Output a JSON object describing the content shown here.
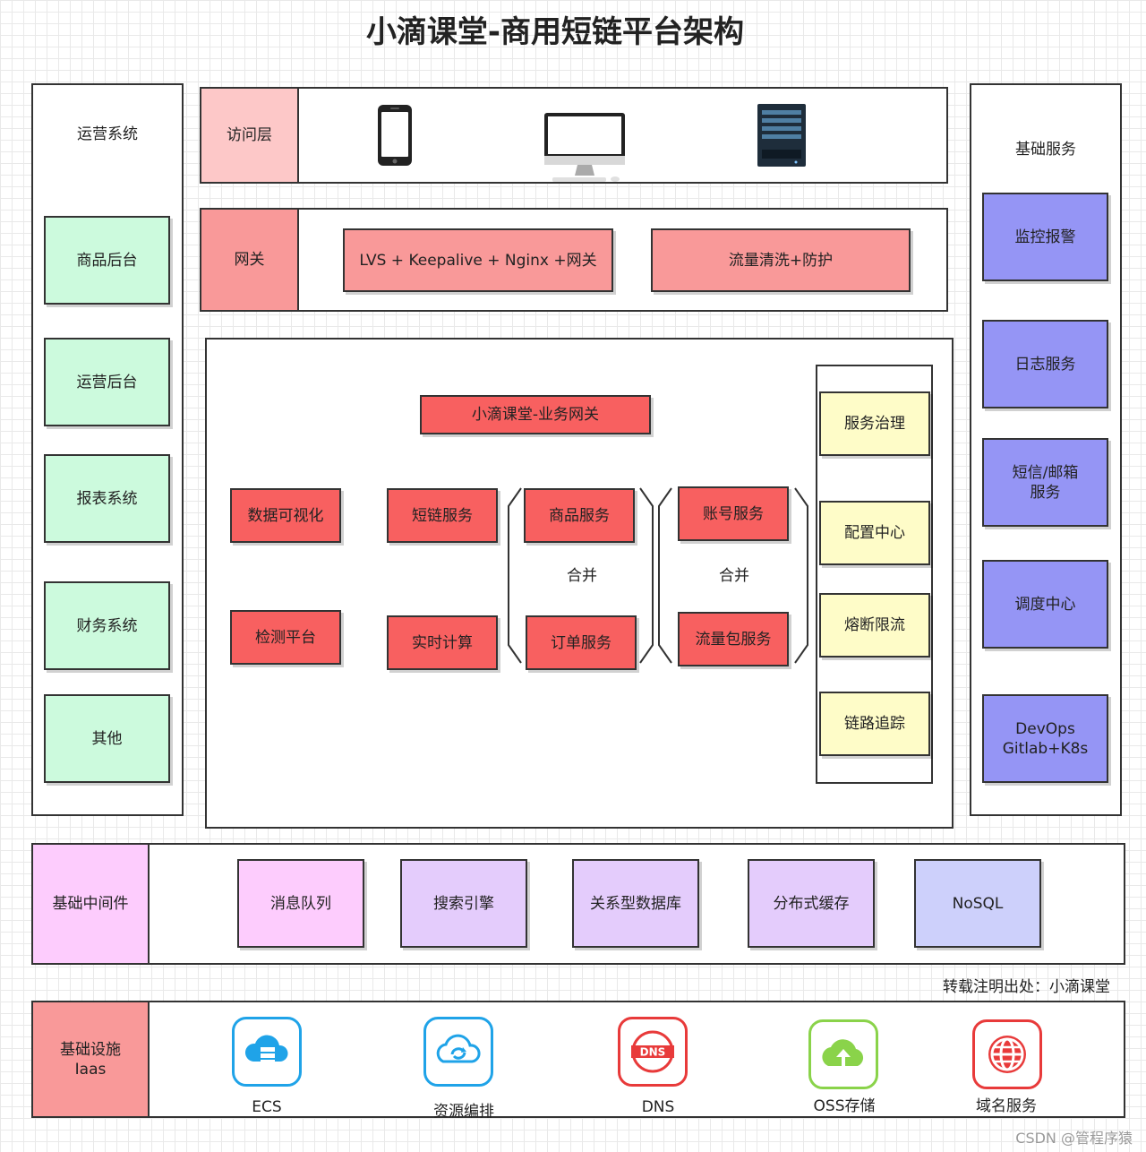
{
  "title": "小滴课堂-商用短链平台架构",
  "left": {
    "title": "运营系统",
    "items": [
      "商品后台",
      "运营后台",
      "报表系统",
      "财务系统",
      "其他"
    ]
  },
  "access": {
    "label": "访问层"
  },
  "gateway": {
    "label": "网关",
    "lvs": "LVS + Keepalive + Nginx +网关",
    "traffic": "流量清洗+防护"
  },
  "biz": {
    "gateway": "小滴课堂-业务网关",
    "data_viz": "数据可视化",
    "shortlink": "短链服务",
    "product_service": "商品服务",
    "account_service": "账号服务",
    "monitor_platform": "检测平台",
    "realtime": "实时计算",
    "order_service": "订单服务",
    "traffic_pack": "流量包服务",
    "merge1": "合并",
    "merge2": "合并"
  },
  "governance": [
    "服务治理",
    "配置中心",
    "熔断限流",
    "链路追踪"
  ],
  "right": {
    "title": "基础服务",
    "items": [
      "监控报警",
      "日志服务",
      "短信/邮箱\n服务",
      "调度中心",
      "DevOps\nGitlab+K8s"
    ]
  },
  "middleware": {
    "label": "基础中间件",
    "items": [
      "消息队列",
      "搜索引擎",
      "关系型数据库",
      "分布式缓存",
      "NoSQL"
    ]
  },
  "repost_note": "转载注明出处：小滴课堂",
  "infra": {
    "label": "基础设施\nIaas",
    "items": [
      {
        "name": "ECS",
        "icon": "cloud-server-icon",
        "color": "#1fa3e8"
      },
      {
        "name": "资源编排",
        "icon": "cloud-orchestration-icon",
        "color": "#1fa3e8"
      },
      {
        "name": "DNS",
        "icon": "dns-icon",
        "color": "#e83a3a"
      },
      {
        "name": "OSS存储",
        "icon": "cloud-upload-icon",
        "color": "#8ad34a"
      },
      {
        "name": "域名服务",
        "icon": "globe-icon",
        "color": "#e83a3a"
      }
    ]
  },
  "watermark": "CSDN @管程序猿"
}
